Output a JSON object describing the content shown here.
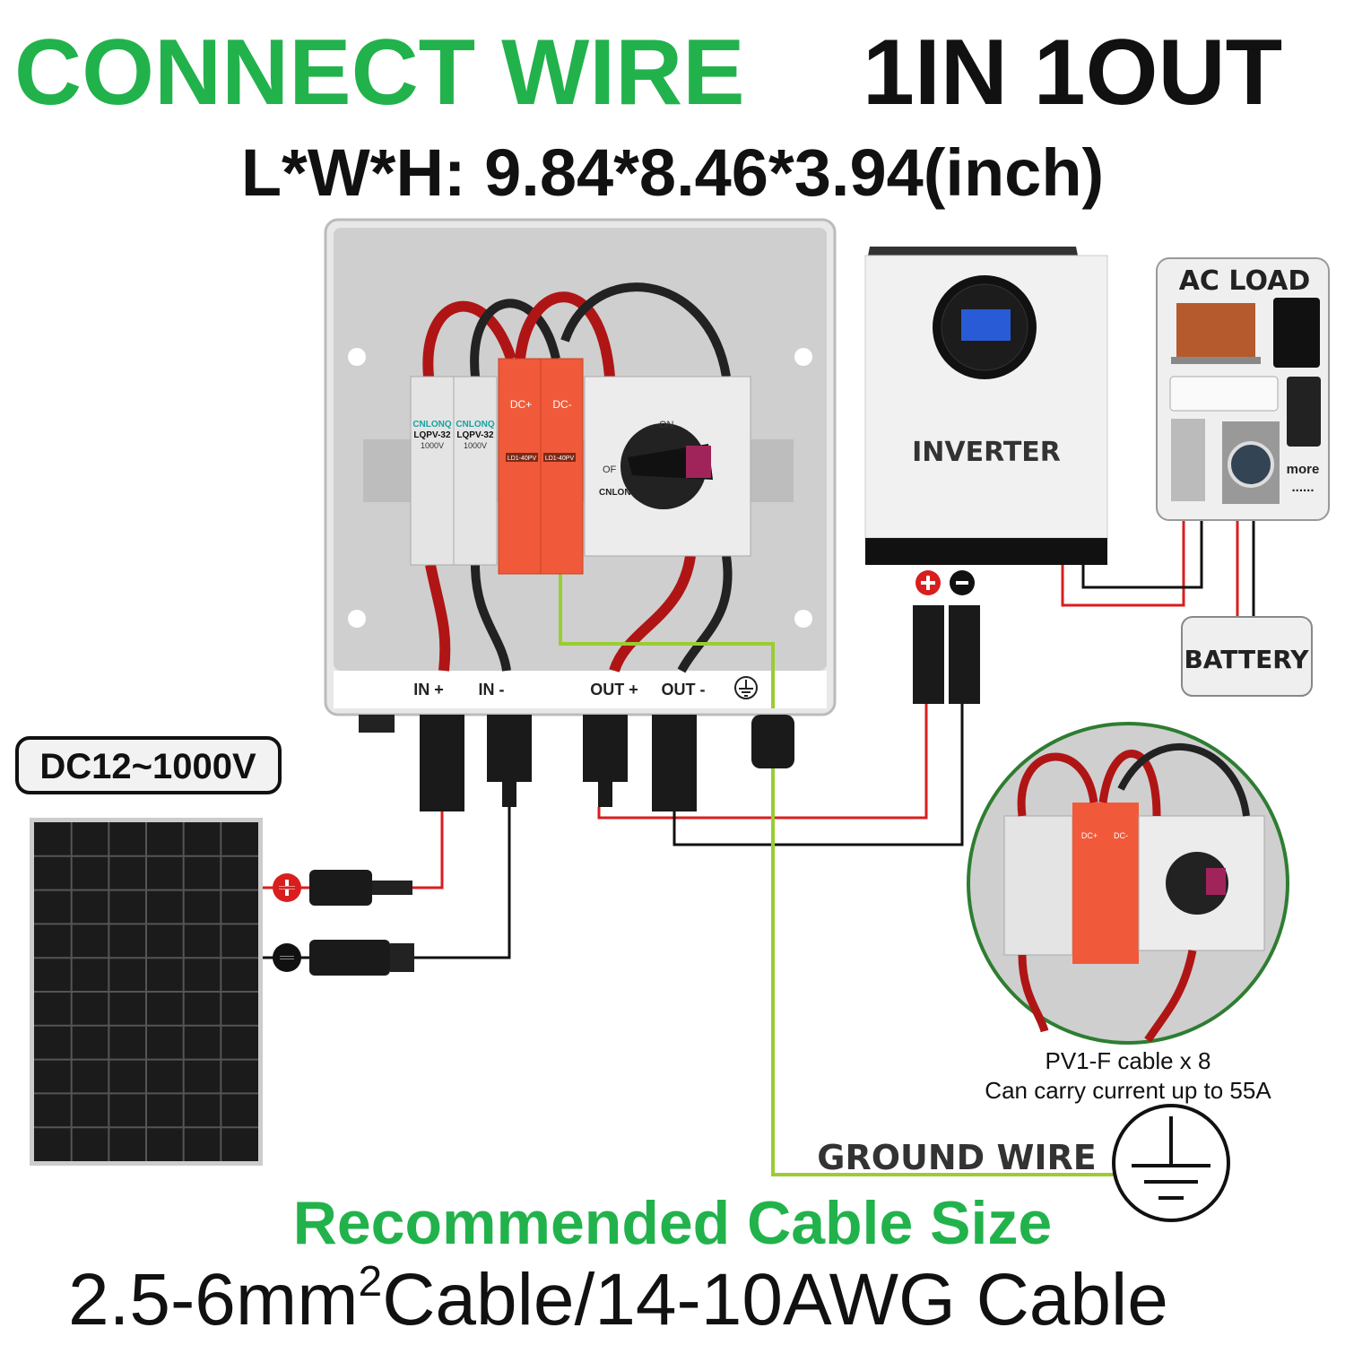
{
  "title": {
    "green": "CONNECT WIRE",
    "black": "1IN 1OUT"
  },
  "dimensions": "L*W*H: 9.84*8.46*3.94(inch)",
  "combiner_box": {
    "ports": {
      "in_plus": "IN +",
      "in_minus": "IN -",
      "out_plus": "OUT +",
      "out_minus": "OUT -"
    },
    "fuse": {
      "brand": "CNLONQ",
      "model": "LQPV-32",
      "voltage": "1000V"
    },
    "spd": {
      "pos": "DC+",
      "neg": "DC-",
      "model": "LD1-40PV"
    },
    "switch": {
      "on": "ON",
      "off": "OF",
      "brand": "CNLONQ"
    }
  },
  "inverter": {
    "label": "INVERTER"
  },
  "ac_load": {
    "title": "AC LOAD",
    "more": "more",
    "dots": "......"
  },
  "battery": {
    "label": "BATTERY"
  },
  "voltage_range": "DC12~1000V",
  "detail": {
    "line1": "PV1-F cable x 8",
    "line2": "Can carry current up to 55A"
  },
  "ground_wire": "GROUND WIRE",
  "recommended": "Recommended Cable Size",
  "cable_size": {
    "a": "2.5-6mm",
    "sup": "2",
    "b": "Cable/14-10AWG Cable"
  },
  "colors": {
    "green": "#22b24c",
    "red": "#d81e1e",
    "black": "#111111",
    "ground": "#9acd32",
    "spd": "#f05a3a"
  }
}
